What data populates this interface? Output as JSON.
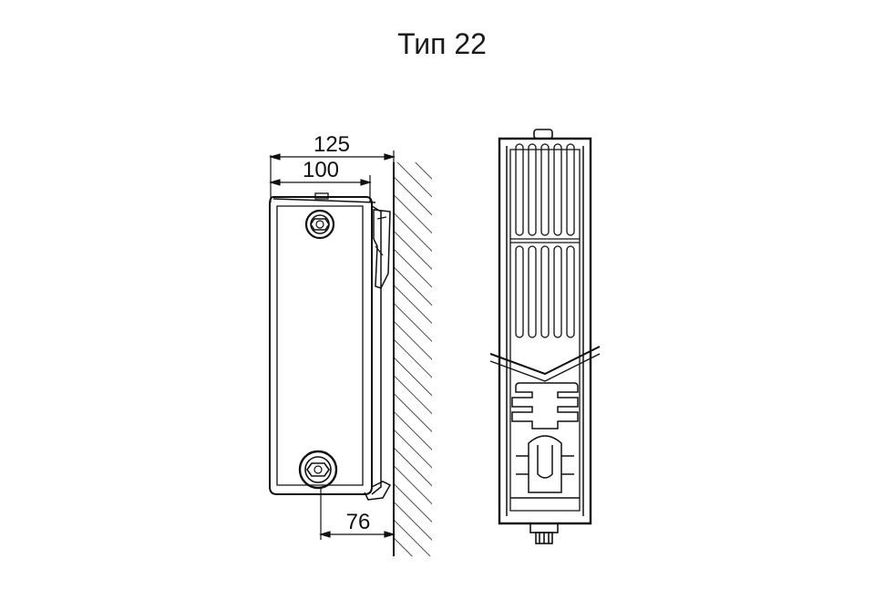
{
  "title": "Тип 22",
  "dimensions": {
    "total_depth": "125",
    "panel_depth": "100",
    "connection_offset": "76"
  }
}
